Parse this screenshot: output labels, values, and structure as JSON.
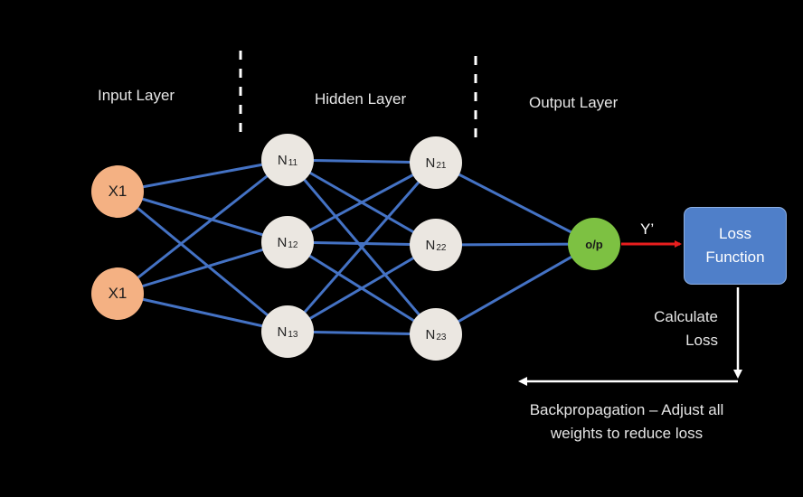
{
  "layers": {
    "input_label": "Input Layer",
    "hidden_label": "Hidden Layer",
    "output_label": "Output Layer"
  },
  "nodes": {
    "inputs": [
      "X1",
      "X1"
    ],
    "hidden_1": [
      {
        "base": "N",
        "sub": "11"
      },
      {
        "base": "N",
        "sub": "12"
      },
      {
        "base": "N",
        "sub": "13"
      }
    ],
    "hidden_2": [
      {
        "base": "N",
        "sub": "21"
      },
      {
        "base": "N",
        "sub": "22"
      },
      {
        "base": "N",
        "sub": "23"
      }
    ],
    "output": "o/p"
  },
  "prediction_label": "Y’",
  "loss_box": {
    "line1": "Loss",
    "line2": "Function"
  },
  "calculate_loss": {
    "line1": "Calculate",
    "line2": "Loss"
  },
  "backprop": {
    "line1": "Backpropagation – Adjust all",
    "line2": "weights to reduce loss"
  },
  "colors": {
    "background": "#000000",
    "input_node": "#f4b183",
    "hidden_node": "#ebe7e1",
    "output_node": "#7dc142",
    "connection": "#4472c4",
    "loss_box": "#4f7fc9",
    "prediction_arrow": "#e81e1e",
    "feedback_arrow": "#ffffff"
  }
}
